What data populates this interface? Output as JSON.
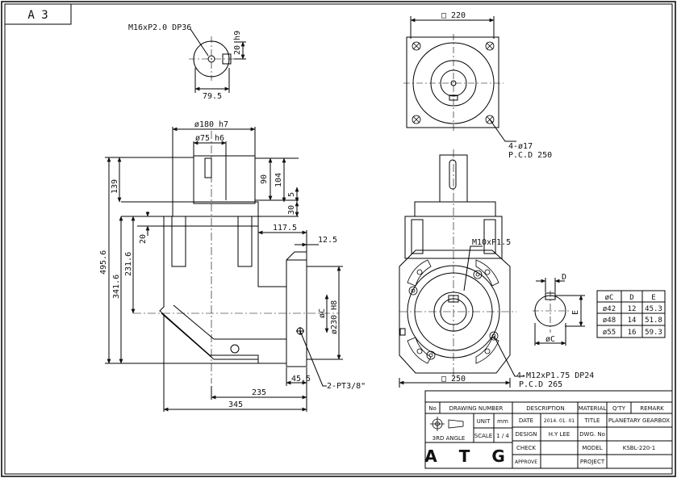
{
  "sheet": {
    "size": "A 3"
  },
  "views": {
    "top": {
      "thread": "M16xP2.0 DP36",
      "key_height": "20 h9",
      "width": "79.5"
    },
    "flange": {
      "square": "□ 220",
      "holes": "4-ø17",
      "pcd": "P.C.D 250"
    },
    "side": {
      "housing_dia": "ø180 h7",
      "shaft_dia": "ø75 h6",
      "d90": "90",
      "d104": "104",
      "d5": "5",
      "d30": "30",
      "d139": "139",
      "d20": "20",
      "d4956": "495.6",
      "d2316": "231.6",
      "d3416": "341.6",
      "d1175": "117.5",
      "d125": "12.5",
      "oc": "øC",
      "d230": "ø230 H8",
      "d455": "45.5",
      "pt": "2-PT3/8\"",
      "d235": "235",
      "d345": "345"
    },
    "front": {
      "m10": "M10xP1.5",
      "m12": "4-M12xP1.75 DP24",
      "pcd": "P.C.D 265",
      "sq250": "□ 250"
    },
    "key": {
      "d": "D",
      "e": "E",
      "oc": "øC"
    }
  },
  "dim_table": {
    "headers": [
      "øC",
      "D",
      "E"
    ],
    "rows": [
      [
        "ø42",
        "12",
        "45.3"
      ],
      [
        "ø48",
        "14",
        "51.8"
      ],
      [
        "ø55",
        "16",
        "59.3"
      ]
    ]
  },
  "title_block": {
    "no": "No",
    "drawing_number": "DRAWING NUMBER",
    "description": "DESCRIPTION",
    "material": "MATERIAL",
    "qty": "Q'TY",
    "remark": "REMARK",
    "third_angle": "3RD ANGLE",
    "unit_label": "UNIT",
    "unit_value": "mm",
    "scale_label": "SCALE",
    "scale_value": "1 / 4",
    "date_label": "DATE",
    "date_value": "2014. 01. 01",
    "design_label": "DESIGN",
    "design_value": "H.Y LEE",
    "check_label": "CHECK",
    "approve_label": "APPROVE",
    "title_label": "TITLE",
    "title_value": "PLANETARY GEARBOX",
    "dwg_label": "DWG. No",
    "model_label": "MODEL",
    "model_value": "KSBL-220-1",
    "project_label": "PROJECT",
    "logo": "A T G"
  }
}
